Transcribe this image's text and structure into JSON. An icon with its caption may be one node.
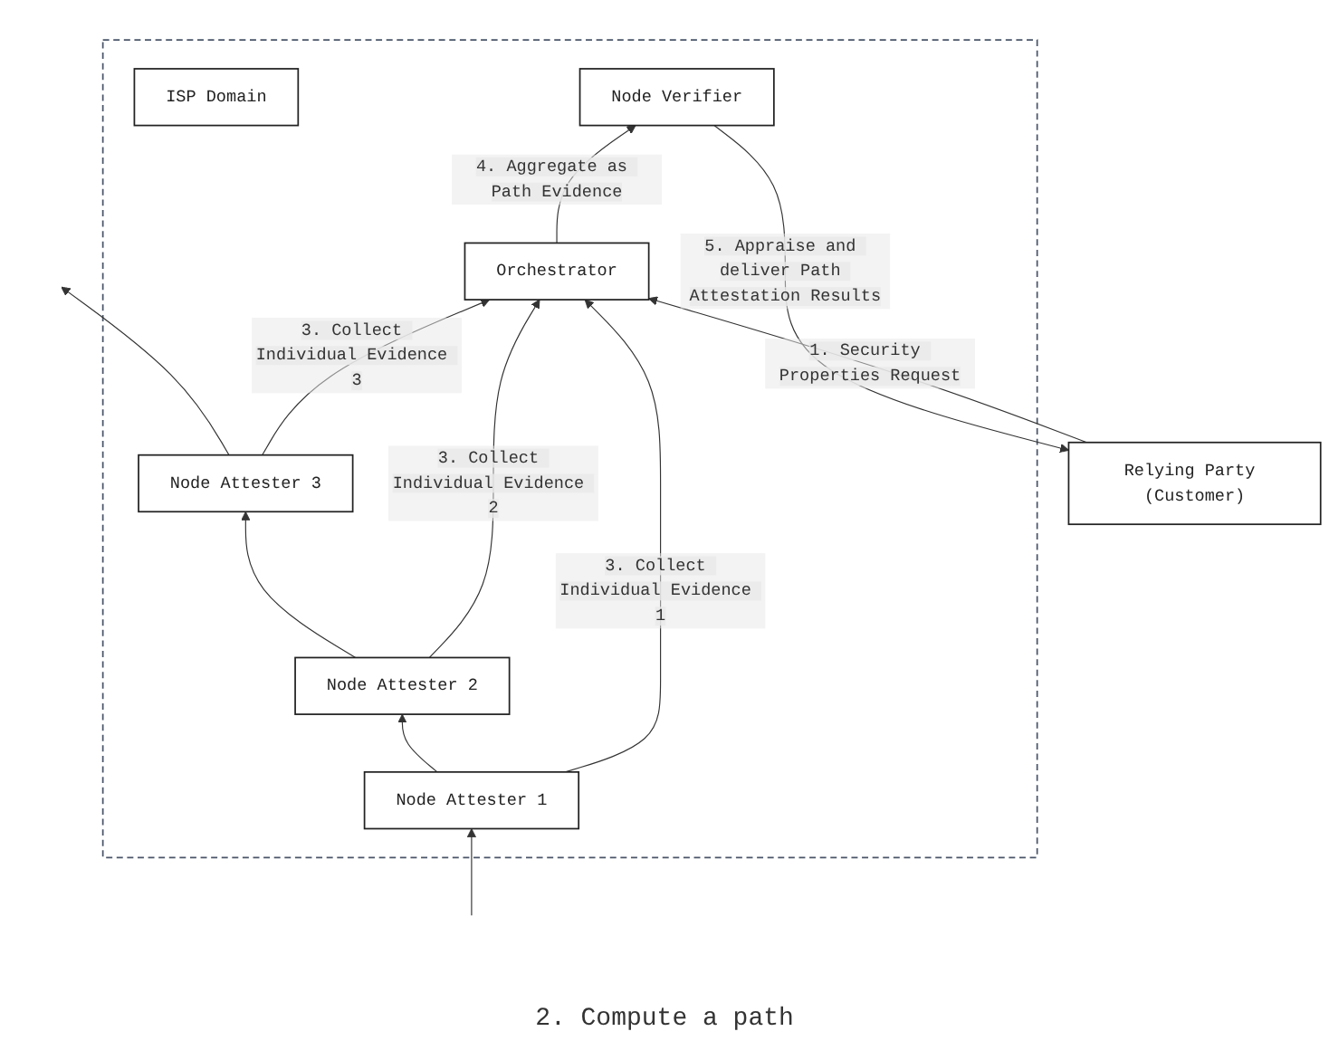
{
  "diagram": {
    "nodes": [
      {
        "text": [
          "Relying Party (Customer)"
        ]
      },
      {
        "text": [],
        "shape": "box"
      },
      {
        "text": [
          "ISP Domain"
        ],
        "in": 1
      },
      {
        "text": [
          "Node Verifier"
        ],
        "in": 1
      },
      {
        "text": [
          "Orchestrator"
        ],
        "in": 1
      },
      {
        "text": [
          "Node Attester 1"
        ],
        "in": 1
      },
      {
        "text": [
          "Node Attester 2"
        ],
        "in": 1
      },
      {
        "text": [
          "Node Attester 3"
        ],
        "in": 1
      }
    ],
    "edges": [
      {
        "from": 0,
        "to": 4,
        "arrow": "to",
        "label": "1. Security Properties Request"
      },
      {
        "from": 5,
        "to": 4,
        "arrow": "to",
        "label": "3. Collect Individual Evidence 1"
      },
      {
        "from": 6,
        "to": 4,
        "arrow": "to",
        "label": "3. Collect Individual Evidence 2"
      },
      {
        "from": 7,
        "to": 4,
        "arrow": "to",
        "label": "3. Collect Individual Evidence 3"
      },
      {
        "from": 4,
        "to": 3,
        "arrow": "to",
        "label": "4. Aggregate as Path Evidence"
      },
      {
        "from": 3,
        "to": 0,
        "arrow": "to",
        "label": "5. Appraise and deliver Path Attestation Results"
      },
      {
        "from": null,
        "to": 5,
        "arrow": "to"
      },
      {
        "from": 5,
        "to": 6,
        "arrow": "to"
      },
      {
        "from": 6,
        "to": 7,
        "arrow": "to"
      },
      {
        "from": 7,
        "to": null,
        "arrow": "to"
      }
    ],
    "labels": [
      "2. Compute a path"
    ]
  }
}
